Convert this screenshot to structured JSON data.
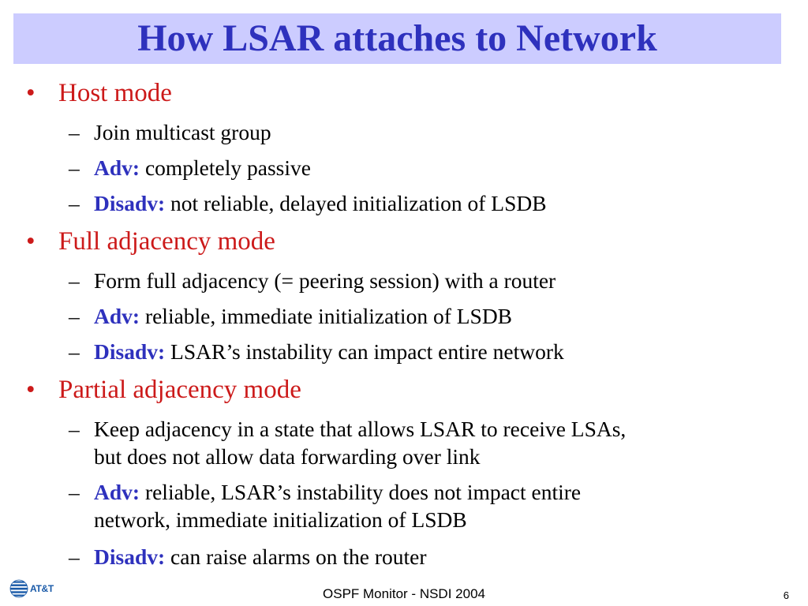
{
  "slide": {
    "title": "How LSAR attaches to Network",
    "bullet_char": "•",
    "sub_char": "–",
    "sections": [
      {
        "heading": "Host mode",
        "items": [
          {
            "tag": "",
            "text": "Join multicast group"
          },
          {
            "tag": "Adv:",
            "text": " completely passive"
          },
          {
            "tag": "Disadv:",
            "text": " not reliable, delayed initialization of LSDB"
          }
        ]
      },
      {
        "heading": "Full adjacency mode",
        "items": [
          {
            "tag": "",
            "text": "Form full adjacency (= peering session) with a router"
          },
          {
            "tag": "Adv:",
            "text": " reliable, immediate initialization of LSDB"
          },
          {
            "tag": "Disadv:",
            "text": " LSAR’s instability can impact entire network"
          }
        ]
      },
      {
        "heading": "Partial adjacency mode",
        "items": [
          {
            "tag": "",
            "text": "Keep adjacency in a state that allows LSAR to receive LSAs,",
            "text2": "but does not allow data forwarding over link"
          },
          {
            "tag": "Adv:",
            "text": " reliable, LSAR’s instability does not impact entire",
            "text2": "network, immediate initialization of LSDB"
          },
          {
            "tag": "Disadv:",
            "text": " can raise alarms on the router"
          }
        ]
      }
    ]
  },
  "footer": {
    "text": "OSPF Monitor - NSDI 2004",
    "page_number": "6",
    "logo_text": "AT&T",
    "logo_icon": "att-globe-icon"
  },
  "colors": {
    "title_bg": "#ccccff",
    "title_text": "#2e31bd",
    "heading_text": "#cc1a1a",
    "tag_text": "#2e31bd"
  }
}
